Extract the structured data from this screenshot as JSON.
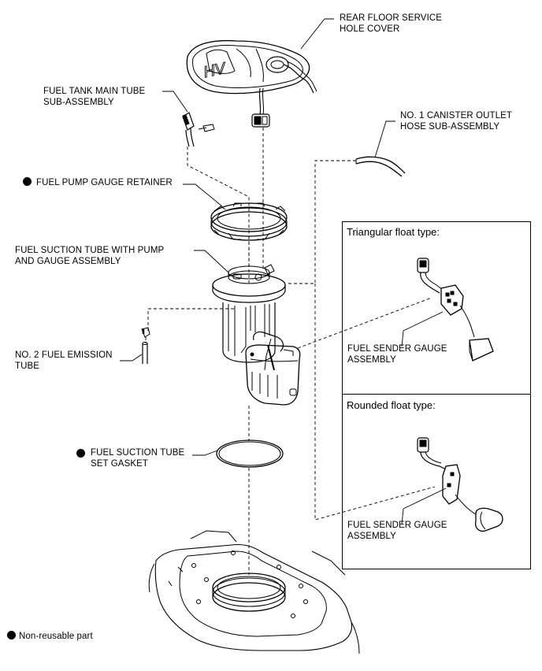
{
  "labels": {
    "rear_floor_cover": "REAR FLOOR SERVICE\nHOLE COVER",
    "main_tube": "FUEL TANK MAIN TUBE\nSUB-ASSEMBLY",
    "canister_hose": "NO. 1 CANISTER OUTLET\nHOSE SUB-ASSEMBLY",
    "gauge_retainer": "FUEL PUMP GAUGE RETAINER",
    "suction_tube": "FUEL SUCTION TUBE WITH PUMP\nAND GAUGE ASSEMBLY",
    "emission_tube": "NO. 2 FUEL EMISSION\nTUBE",
    "gasket": "FUEL SUCTION TUBE\nSET GASKET",
    "legend": "Non-reusable part"
  },
  "inset_triangular": {
    "title": "Triangular float type:",
    "part": "FUEL SENDER GAUGE\nASSEMBLY"
  },
  "inset_rounded": {
    "title": "Rounded float type:",
    "part": "FUEL SENDER GAUGE\nASSEMBLY"
  },
  "cover_marking": "HV",
  "colors": {
    "line": "#000000",
    "background": "#ffffff"
  }
}
